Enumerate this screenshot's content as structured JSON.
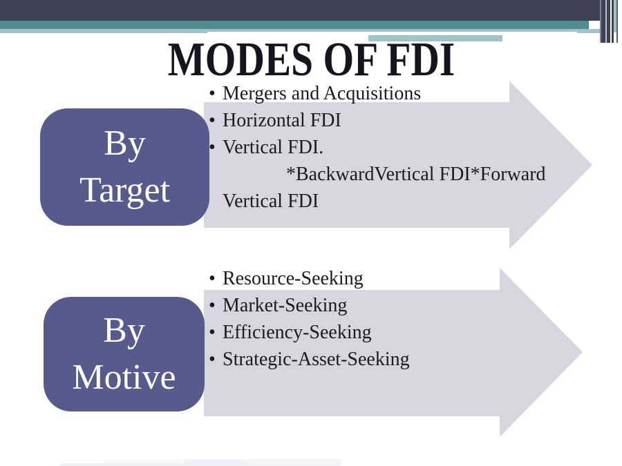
{
  "slide": {
    "title": "MODES OF FDI",
    "sections": [
      {
        "label": {
          "line1": "By",
          "line2": "Target"
        },
        "bullets": [
          "Mergers and Acquisitions",
          "Horizontal FDI",
          "Vertical FDI."
        ],
        "continuation": "*BackwardVertical FDI*Forward Vertical FDI"
      },
      {
        "label": {
          "line1": "By",
          "line2": "Motive"
        },
        "bullets": [
          "Resource-Seeking",
          "Market-Seeking",
          "Efficiency-Seeking",
          "Strategic-Asset-Seeking"
        ],
        "continuation": ""
      }
    ]
  },
  "colors": {
    "top_bar_navy": "#3e4054",
    "teal": "#4e8c92",
    "light_teal": "#a3c2c7",
    "box_purple": "#565a8c",
    "arrow_fill": "#d6d6e0",
    "title_text": "#15151f",
    "body_text": "#1b1b1b"
  }
}
